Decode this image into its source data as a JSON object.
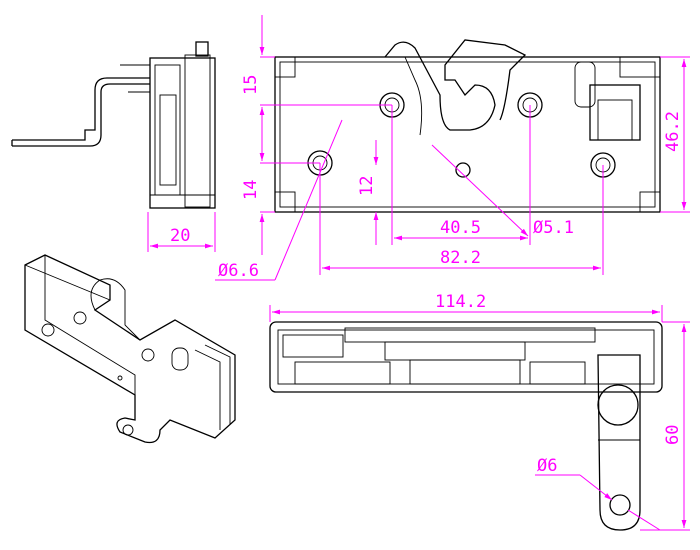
{
  "drawing": {
    "dimension_color": "#ff00ff",
    "dimensions": {
      "front_height_top": "15",
      "front_height_bottom": "14",
      "front_total_height": "46.2",
      "slot_height": "12",
      "hole_spacing_upper": "40.5",
      "small_hole_diameter": "Ø5.1",
      "hole_spacing_lower": "82.2",
      "mount_hole_diameter": "Ø6.6",
      "side_depth": "20",
      "bottom_total_length": "114.2",
      "bracket_hole_diameter": "Ø6",
      "bracket_height": "60"
    }
  }
}
